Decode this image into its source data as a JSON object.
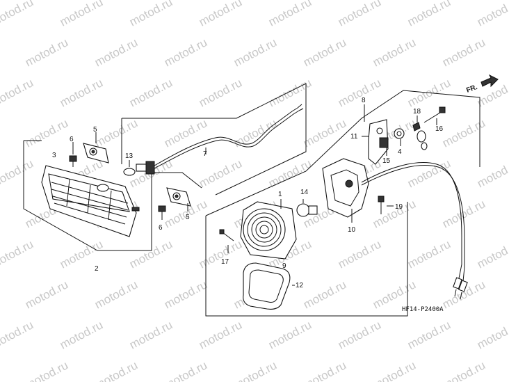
{
  "watermark": "motod.ru",
  "diagram_code": "HF14-P2400A",
  "direction_label": "FR.",
  "callouts": {
    "c1": "1",
    "c2": "2",
    "c3": "3",
    "c4": "4",
    "c5a": "5",
    "c5b": "5",
    "c6a": "6",
    "c6b": "6",
    "c7": "7",
    "c8": "8",
    "c9": "9",
    "c10": "10",
    "c11": "11",
    "c12": "12",
    "c13": "13",
    "c14": "14",
    "c15": "15",
    "c16": "16",
    "c17": "17",
    "c18": "18",
    "c19": "19"
  }
}
